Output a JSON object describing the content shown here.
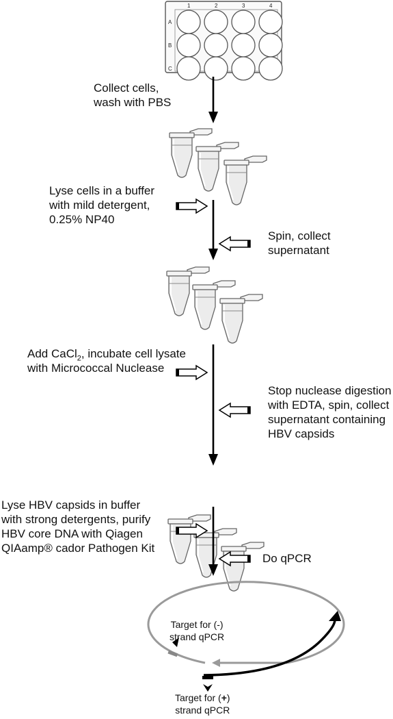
{
  "plate": {
    "columns": [
      "1",
      "2",
      "3",
      "4"
    ],
    "rows": [
      "A",
      "B",
      "C"
    ]
  },
  "steps": {
    "collect": [
      "Collect cells,",
      "wash with PBS"
    ],
    "lyse": [
      "Lyse cells in a buffer",
      "with mild detergent,",
      "0.25% NP40"
    ],
    "spin": [
      "Spin, collect",
      "supernatant"
    ],
    "add_prefix": "Add CaCl",
    "add_sub": "2",
    "add_suffix": ", incubate cell lysate",
    "add_line2": "with Micrococcal Nuclease",
    "stop": [
      "Stop nuclease digestion",
      "with EDTA, spin, collect",
      "supernatant containing",
      "HBV capsids"
    ],
    "lyse_hbv": [
      "Lyse HBV capsids in buffer",
      "with strong detergents, purify",
      "HBV core DNA with Qiagen",
      "QIAamp® cador Pathogen Kit"
    ],
    "qpcr": "Do qPCR"
  },
  "targets": {
    "minus": [
      "Target for (-)",
      "strand qPCR"
    ],
    "plus_prefix": "Target for (",
    "plus_sign": "+",
    "plus_suffix": ")",
    "plus_line2": "strand qPCR"
  },
  "colors": {
    "arrow": "#000000",
    "circle": "#9a9a9a",
    "tube_outline": "#666666",
    "tube_fill": "#e8e8e8"
  }
}
